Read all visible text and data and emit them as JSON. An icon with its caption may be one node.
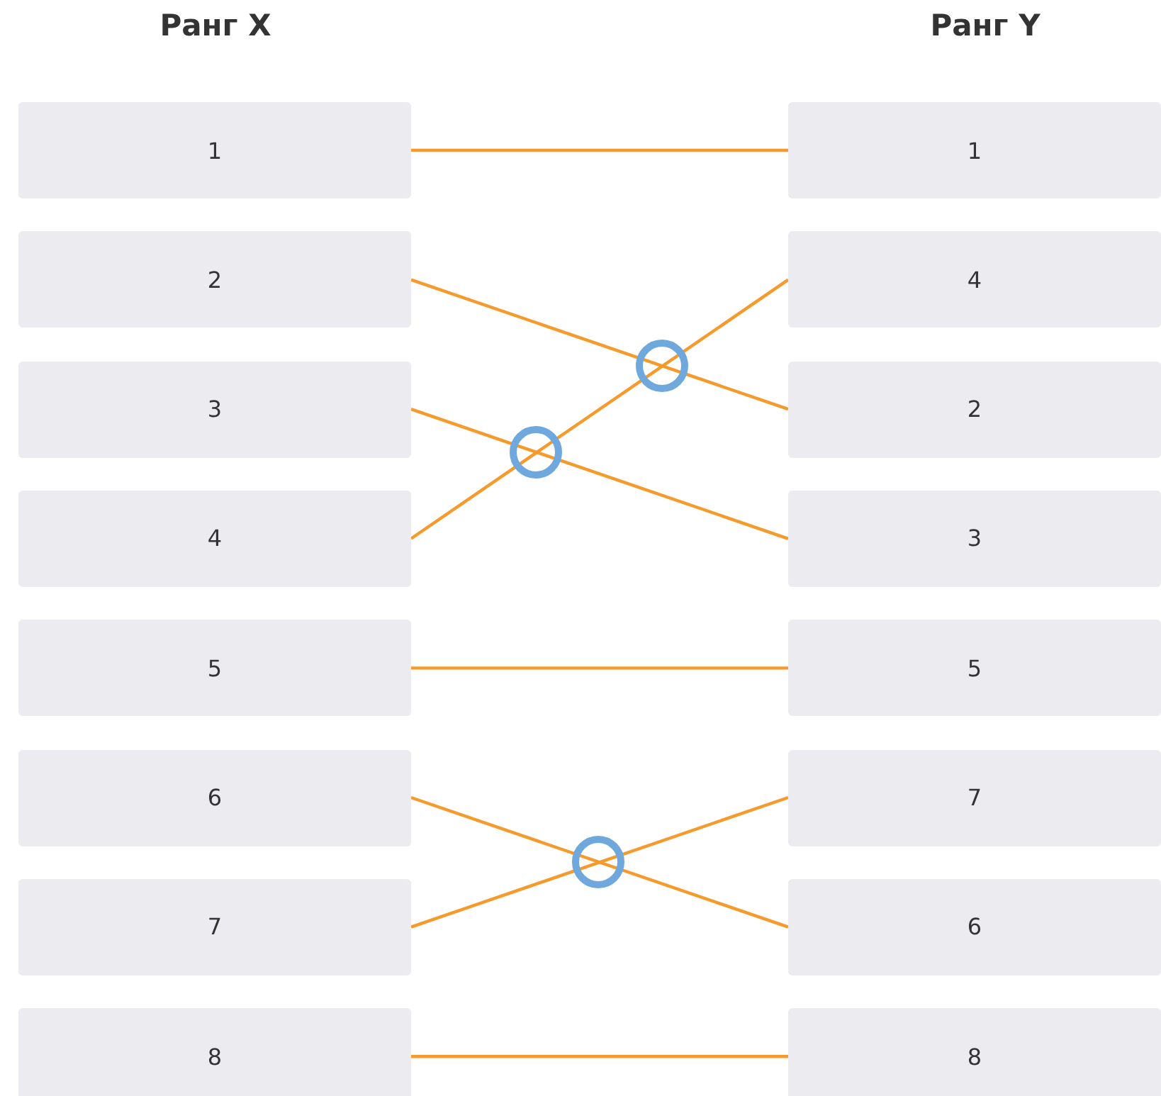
{
  "diagram": {
    "nodes": [
      {
        "text": [
          "1"
        ]
      },
      {
        "text": [
          "1"
        ]
      },
      {
        "text": [
          "2"
        ]
      },
      {
        "text": [
          "4"
        ]
      },
      {
        "text": [
          "3"
        ]
      },
      {
        "text": [
          "2"
        ]
      },
      {
        "text": [
          "4"
        ]
      },
      {
        "text": [
          "3"
        ]
      },
      {
        "text": [
          "5"
        ]
      },
      {
        "text": [
          "5"
        ]
      },
      {
        "text": [
          "6"
        ]
      },
      {
        "text": [
          "7"
        ]
      },
      {
        "text": [
          "7"
        ]
      },
      {
        "text": [
          "6"
        ]
      },
      {
        "text": [
          "8"
        ]
      },
      {
        "text": [
          "8"
        ]
      }
    ],
    "edges": [
      {
        "from": 0,
        "to": 1,
        "arrow": "none"
      },
      {
        "from": 2,
        "to": 5,
        "arrow": "none"
      },
      {
        "from": 4,
        "to": 7,
        "arrow": "none"
      },
      {
        "from": 6,
        "to": 3,
        "arrow": "none"
      },
      {
        "from": 8,
        "to": 9,
        "arrow": "none"
      },
      {
        "from": 10,
        "to": 13,
        "arrow": "none"
      },
      {
        "from": 12,
        "to": 11,
        "arrow": "none"
      },
      {
        "from": 14,
        "to": 15,
        "arrow": "none"
      }
    ],
    "labels": [
      "Ранг X",
      "Ранг Y"
    ]
  }
}
